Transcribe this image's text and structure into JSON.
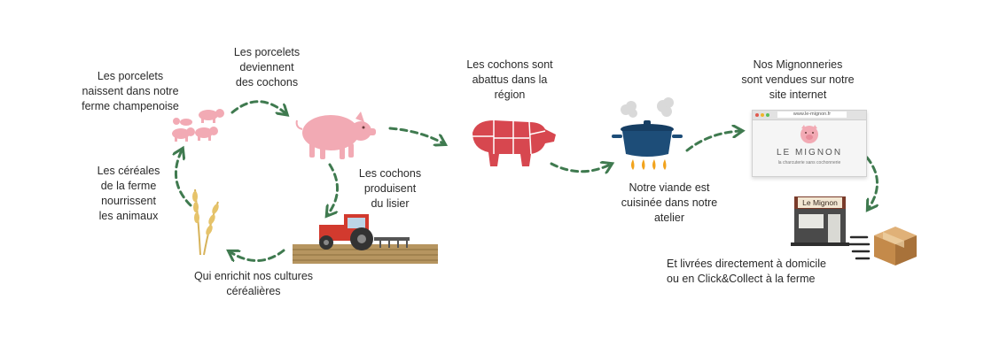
{
  "steps": {
    "birth": [
      "Les porcelets",
      "naissent dans notre",
      "ferme champenoise"
    ],
    "grow": [
      "Les porcelets",
      "deviennent",
      "des cochons"
    ],
    "manure": [
      "Les cochons",
      "produisent",
      "du lisier"
    ],
    "enrich": [
      "Qui enrichit nos cultures",
      "céréalières"
    ],
    "cereals": [
      "Les céréales",
      "de la ferme",
      "nourrissent",
      "les animaux"
    ],
    "slaughter": [
      "Les cochons sont",
      "abattus  dans la",
      "région"
    ],
    "cook": [
      "Notre viande est",
      "cuisinée dans notre",
      "atelier"
    ],
    "sell": [
      "Nos Mignonneries",
      "sont vendues sur notre",
      "site internet"
    ],
    "deliver": [
      "Et livrées directement à domicile",
      "ou en Click&Collect à la ferme"
    ]
  },
  "website": {
    "url": "www.le-mignon.fr",
    "brand": "LE MIGNON",
    "tagline": "la charcuterie sans cochonnerie"
  },
  "shop": {
    "sign": "Le Mignon"
  },
  "colors": {
    "arrow": "#3f7a4f",
    "pig": "#f2aab4",
    "meat": "#d7474f",
    "pot": "#1d4d78",
    "tractor": "#d23a2e",
    "box": "#c48a4a"
  }
}
